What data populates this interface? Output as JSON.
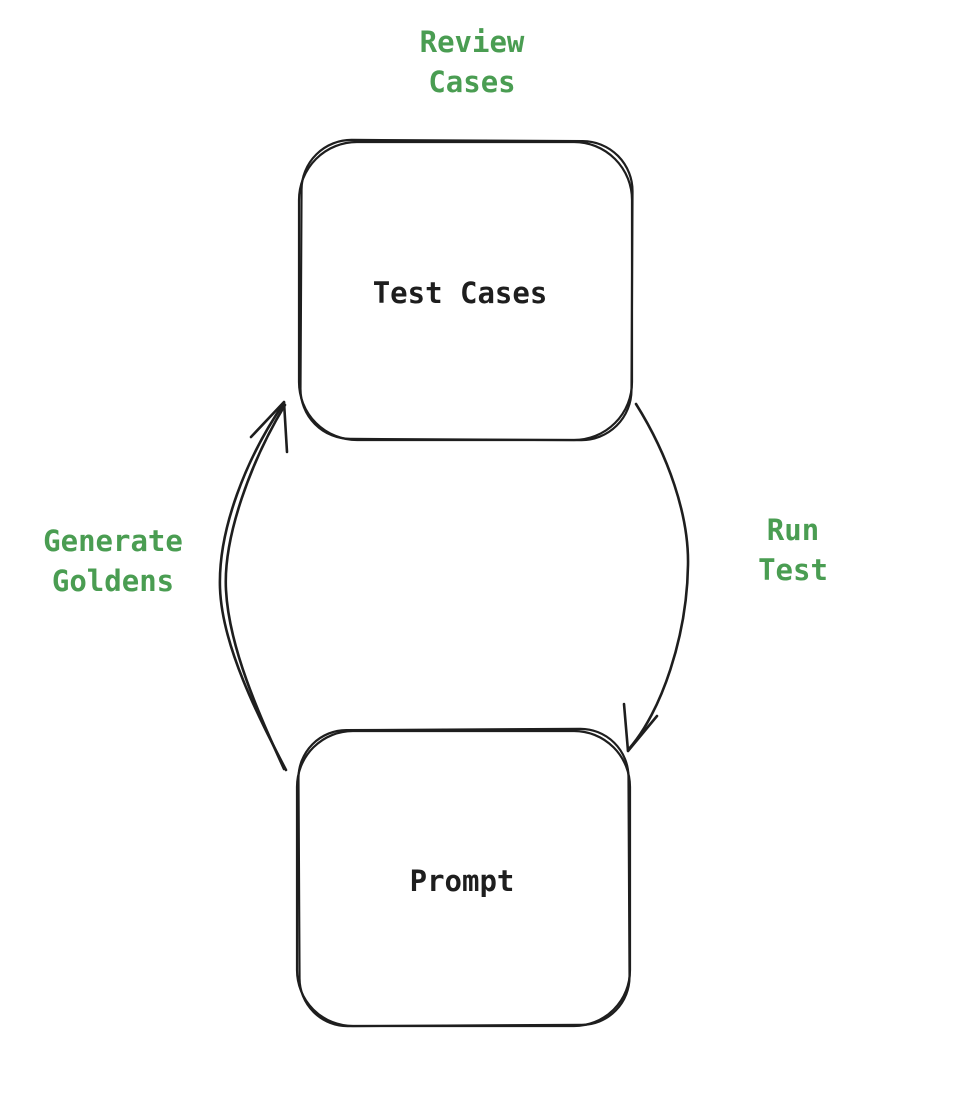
{
  "diagram": {
    "background": "#ffffff",
    "stroke_color": "#1e1e1e",
    "label_color": "#4a9d52",
    "nodes": {
      "test_cases": {
        "label": "Test Cases"
      },
      "prompt": {
        "label": "Prompt"
      }
    },
    "edges": {
      "run_test": {
        "label": "Run\nTest",
        "from": "test_cases",
        "to": "prompt",
        "side": "right"
      },
      "generate_goldens": {
        "label": "Generate\nGoldens",
        "from": "prompt",
        "to": "test_cases",
        "side": "left"
      }
    },
    "annotations": {
      "review_cases": {
        "label": "Review\nCases",
        "position": "top"
      }
    }
  }
}
